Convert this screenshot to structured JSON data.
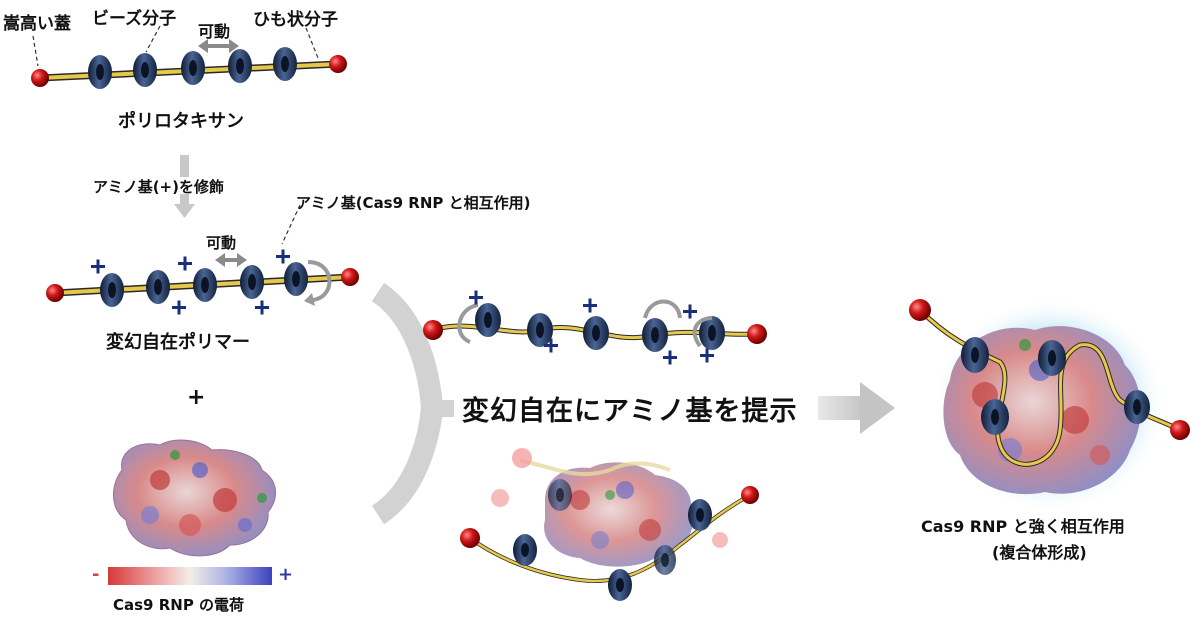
{
  "labels": {
    "bulky_cap": "嵩高い蓋",
    "bead_molecule": "ビーズ分子",
    "movable_top": "可動",
    "string_molecule": "ひも状分子",
    "polyrotaxane": "ポリロタキサン",
    "modify_amino": "アミノ基(+)を修飾",
    "amino_cas9": "アミノ基(Cas9 RNP と相互作用)",
    "movable_mid": "可動",
    "shapeshifting_polymer": "変幻自在ポリマー",
    "plus_sign": "+",
    "cas9_charge": "Cas9 RNP の電荷",
    "present_amino": "変幻自在にアミノ基を提示",
    "result_line1": "Cas9 RNP と強く相互作用",
    "result_line2": "(複合体形成)",
    "scale_minus": "-",
    "scale_plus": "+"
  },
  "colors": {
    "cap": "#cc1111",
    "ring": "#1f3358",
    "axle": "#e8c84a",
    "charge": "#1a2f7a",
    "arrow": "#bdbdbd",
    "scale_negative": "#d94040",
    "scale_positive": "#4040c0"
  },
  "icons": [
    "ring-molecule-icon",
    "cap-sphere-icon",
    "plus-charge-icon",
    "rotation-arrow-icon",
    "protein-surface-icon"
  ]
}
